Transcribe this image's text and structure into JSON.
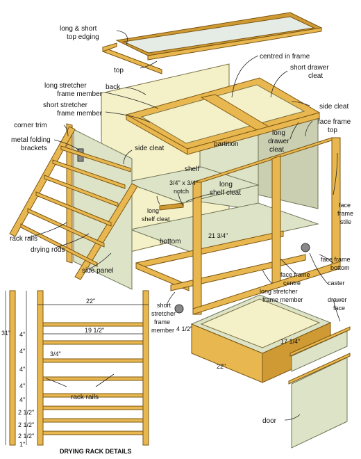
{
  "labels": {
    "long_short_top_edging": [
      "long & short",
      "top edging"
    ],
    "top": "top",
    "back": "back",
    "long_stretcher": [
      "long stretcher",
      "frame member"
    ],
    "short_stretcher": [
      "short stretcher",
      "frame member"
    ],
    "corner_trim": "corner trim",
    "metal_folding": [
      "metal folding",
      "brackets"
    ],
    "centred_in_frame": "centred in frame",
    "short_drawer_cleat": [
      "short drawer",
      "cleat"
    ],
    "side_cleat_right": "side cleat",
    "face_frame_top": [
      "face frame",
      "top"
    ],
    "long_drawer_cleat": [
      "long",
      "drawer",
      "cleat"
    ],
    "partition": "partition",
    "side_cleat_left": "side cleat",
    "shelf": "shelf",
    "notch": [
      "3/4\" x 3/4\"",
      "notch"
    ],
    "long_shelf_cleat_right": [
      "long",
      "shelf cleat"
    ],
    "long_shelf_cleat_left": [
      "long",
      "shelf cleat"
    ],
    "bottom": "bottom",
    "dim_21_3_4": "21 3/4\"",
    "face_frame_stile": [
      "face",
      "frame",
      "stile"
    ],
    "rack_rails": "rack rails",
    "drying_rods": "drying rods",
    "side_panel": "side panel",
    "face_frame_bottom": [
      "face frame",
      "bottom"
    ],
    "face_frame_centre": [
      "face frame",
      "centre"
    ],
    "caster": "caster",
    "long_stretcher_frame_member": [
      "long stretcher",
      "frame member"
    ],
    "short_stretcher_frame_member": [
      "short",
      "stretcher",
      "frame",
      "member"
    ],
    "drawer_face": [
      "drawer",
      "face"
    ],
    "door": "door",
    "dim_4_1_2": "4 1/2\"",
    "dim_17_1_4": "17 1/4\"",
    "dim_22_drawer": "22\""
  },
  "rack_details": {
    "title": "DRYING RACK DETAILS",
    "width_22": "22\"",
    "width_19_1_2": "19 1/2\"",
    "height_31": "31\"",
    "rod_3_4": "3/4\"",
    "rack_rails": "rack rails",
    "spacings": [
      "4\"",
      "4\"",
      "4\"",
      "4\"",
      "4\"",
      "2 1/2\"",
      "2 1/2\"",
      "2 1/2\"",
      "1\""
    ]
  }
}
